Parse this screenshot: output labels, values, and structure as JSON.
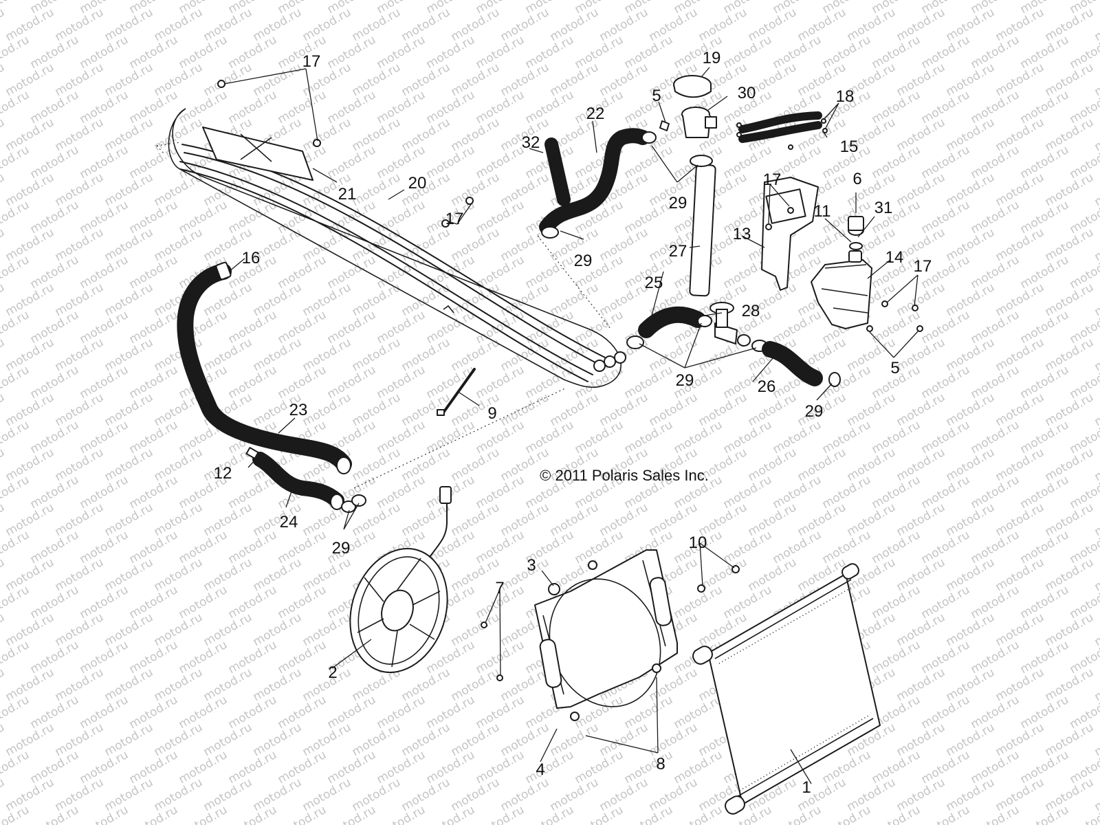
{
  "watermark": "motod.ru",
  "copyright": "© 2011 Polaris Sales Inc.",
  "callouts": {
    "c1": "1",
    "c2": "2",
    "c3": "3",
    "c4": "4",
    "c5a": "5",
    "c5b": "5",
    "c6": "6",
    "c7": "7",
    "c8": "8",
    "c9": "9",
    "c10": "10",
    "c11": "11",
    "c12": "12",
    "c13": "13",
    "c14": "14",
    "c15": "15",
    "c16": "16",
    "c17a": "17",
    "c17b": "17",
    "c17c": "17",
    "c17d": "17",
    "c18": "18",
    "c19": "19",
    "c20": "20",
    "c21": "21",
    "c22": "22",
    "c23": "23",
    "c24": "24",
    "c25": "25",
    "c26": "26",
    "c27": "27",
    "c28": "28",
    "c29a": "29",
    "c29b": "29",
    "c29c": "29",
    "c29d": "29",
    "c29e": "29",
    "c30": "30",
    "c31": "31",
    "c32": "32"
  }
}
